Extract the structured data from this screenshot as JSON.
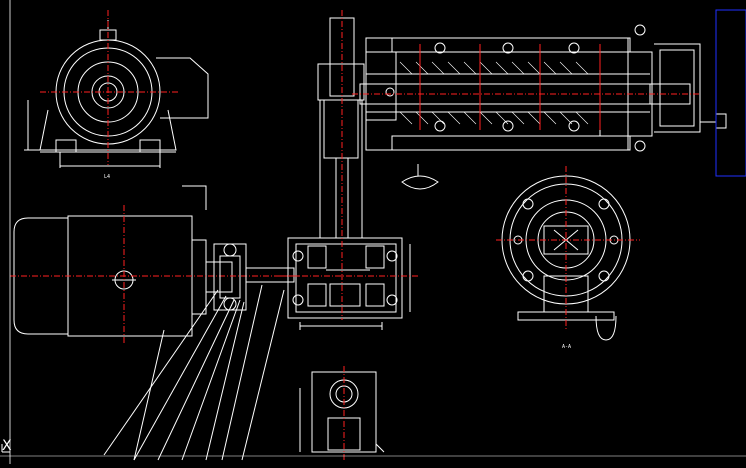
{
  "window": {
    "background": "#000000"
  },
  "colors": {
    "outline": "#ffffff",
    "centerline": "#ff2020",
    "frame": "#2030ff",
    "hidden": "#ff2020"
  },
  "ucs": {
    "icon": "ucs-axis-icon",
    "label": "X"
  },
  "views": {
    "motor_end": {
      "dim_label": "L4"
    },
    "section_label": "A-A"
  }
}
